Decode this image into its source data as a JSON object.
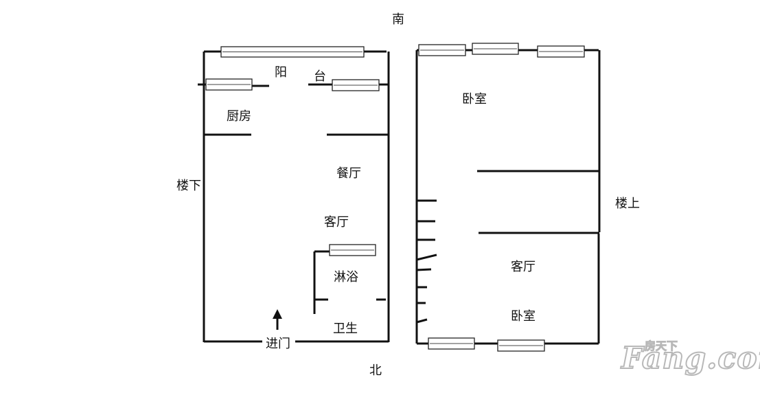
{
  "compass": {
    "south": "南",
    "north": "北"
  },
  "left_plan": {
    "floor_label": "楼下",
    "rooms": {
      "balcony_1": "阳",
      "balcony_2": "台",
      "kitchen": "厨房",
      "dining": "餐厅",
      "living": "客厅",
      "shower": "淋浴",
      "toilet": "卫生",
      "entrance": "进门"
    }
  },
  "right_plan": {
    "floor_label": "楼上",
    "rooms": {
      "bedroom_top": "卧室",
      "living": "客厅",
      "bedroom_bottom": "卧室"
    }
  },
  "watermark": {
    "brand": "Fang.com",
    "chinese": "房天下"
  }
}
